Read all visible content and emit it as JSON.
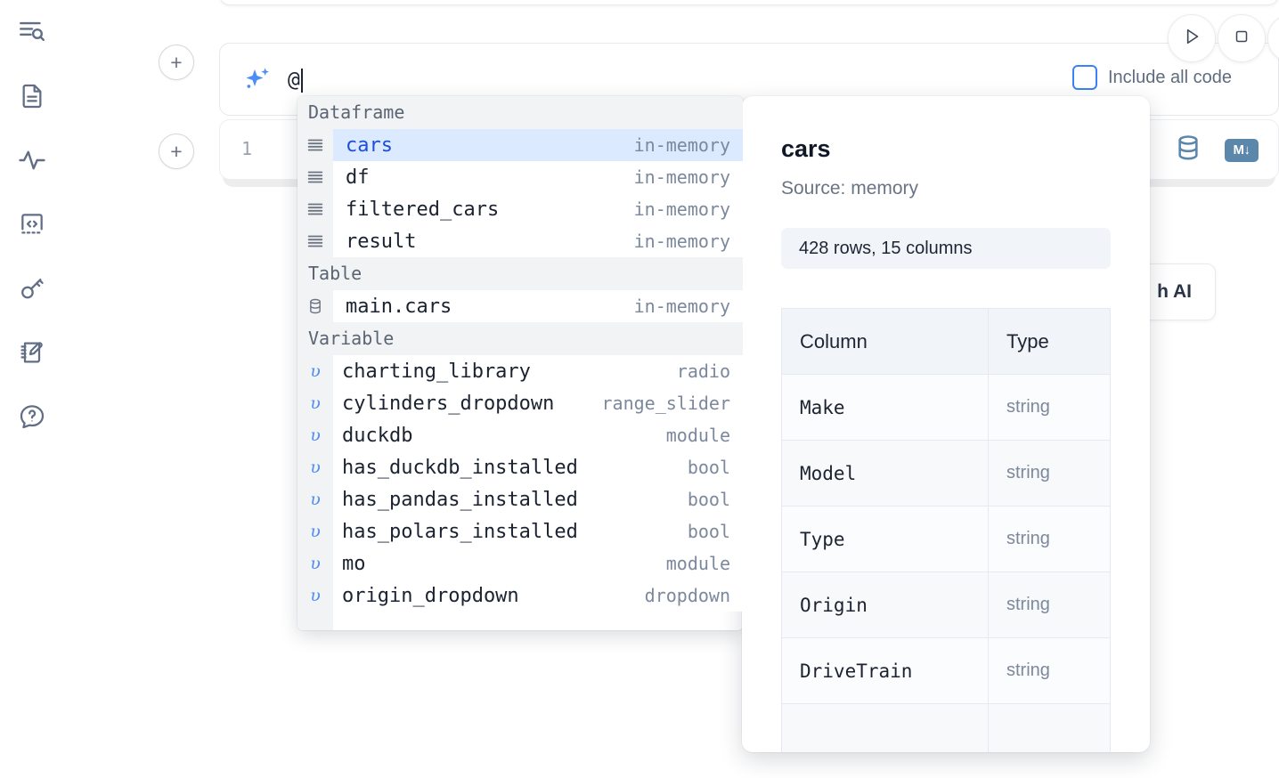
{
  "sidebar": {
    "items": [
      {
        "name": "explore-outline-icon",
        "label": "Outline"
      },
      {
        "name": "file-icon",
        "label": "Files"
      },
      {
        "name": "activity-icon",
        "label": "Activity"
      },
      {
        "name": "snippets-icon",
        "label": "Snippets"
      },
      {
        "name": "secrets-key-icon",
        "label": "Secrets"
      },
      {
        "name": "scratchpad-icon",
        "label": "Scratchpad"
      },
      {
        "name": "help-icon",
        "label": "Help"
      }
    ]
  },
  "toolbar": {
    "add_cell_label": "+",
    "run_label": "Run",
    "stop_label": "Stop",
    "include_all_code_label": "Include all code",
    "include_all_code_checked": false,
    "accent_color": "#3b82f6"
  },
  "ai_prompt": {
    "value": "@",
    "icon": "sparkle-icon"
  },
  "code_cell": {
    "line_number": "1",
    "database_icon": "database-icon",
    "markdown_badge": "M↓"
  },
  "generate_chip": {
    "label": "h AI"
  },
  "autocomplete": {
    "groups": [
      {
        "label": "Dataframe",
        "icon": "dataframe-icon",
        "items": [
          {
            "name": "cars",
            "kind": "in-memory",
            "selected": true
          },
          {
            "name": "df",
            "kind": "in-memory",
            "selected": false
          },
          {
            "name": "filtered_cars",
            "kind": "in-memory",
            "selected": false
          },
          {
            "name": "result",
            "kind": "in-memory",
            "selected": false
          }
        ]
      },
      {
        "label": "Table",
        "icon": "table-db-icon",
        "items": [
          {
            "name": "main.cars",
            "kind": "in-memory",
            "selected": false
          }
        ]
      },
      {
        "label": "Variable",
        "icon": "variable-icon",
        "items": [
          {
            "name": "charting_library",
            "kind": "radio",
            "selected": false
          },
          {
            "name": "cylinders_dropdown",
            "kind": "range_slider",
            "selected": false
          },
          {
            "name": "duckdb",
            "kind": "module",
            "selected": false
          },
          {
            "name": "has_duckdb_installed",
            "kind": "bool",
            "selected": false
          },
          {
            "name": "has_pandas_installed",
            "kind": "bool",
            "selected": false
          },
          {
            "name": "has_polars_installed",
            "kind": "bool",
            "selected": false
          },
          {
            "name": "mo",
            "kind": "module",
            "selected": false
          },
          {
            "name": "origin_dropdown",
            "kind": "dropdown",
            "selected": false
          }
        ]
      }
    ]
  },
  "details_panel": {
    "title": "cars",
    "source": "Source: memory",
    "shape": "428 rows, 15 columns",
    "columns_header": "Column",
    "type_header": "Type",
    "rows": [
      {
        "column": "Make",
        "type": "string"
      },
      {
        "column": "Model",
        "type": "string"
      },
      {
        "column": "Type",
        "type": "string"
      },
      {
        "column": "Origin",
        "type": "string"
      },
      {
        "column": "DriveTrain",
        "type": "string"
      }
    ]
  }
}
